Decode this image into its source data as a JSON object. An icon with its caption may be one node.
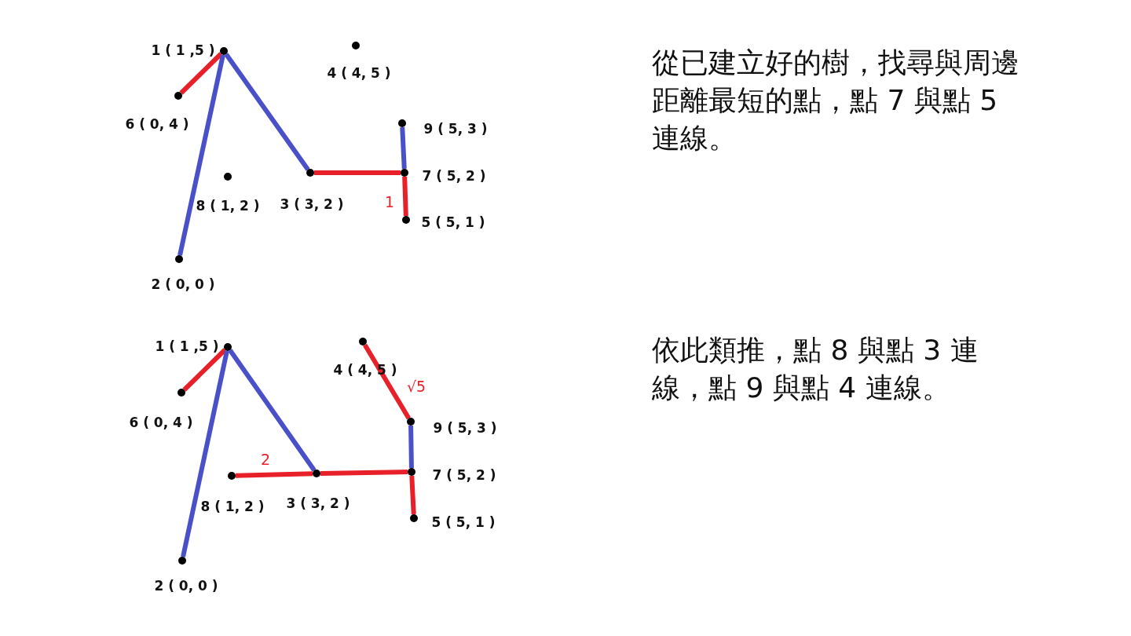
{
  "diagram": {
    "nodes": [
      {
        "text": [],
        "shape": "circle",
        "beside": [
          "1 ( 1 ,5 )"
        ]
      },
      {
        "text": [],
        "shape": "circle",
        "beside": [
          "2 ( 0, 0 )"
        ]
      },
      {
        "text": [],
        "shape": "circle",
        "beside": [
          "3 ( 3, 2 )"
        ]
      },
      {
        "text": [],
        "shape": "circle",
        "beside": [
          "4 ( 4, 5 )"
        ]
      },
      {
        "text": [],
        "shape": "circle",
        "beside": [
          "5 ( 5, 1 )"
        ]
      },
      {
        "text": [],
        "shape": "circle",
        "beside": [
          "6 ( 0, 4 )"
        ]
      },
      {
        "text": [],
        "shape": "circle",
        "beside": [
          "7 ( 5, 2 )"
        ]
      },
      {
        "text": [],
        "shape": "circle",
        "beside": [
          "8 ( 1, 2 )"
        ]
      },
      {
        "text": [],
        "shape": "circle",
        "beside": [
          "9 ( 5, 3 )"
        ]
      },
      {
        "text": [],
        "shape": "circle",
        "beside": [
          "1 ( 1 ,5 )"
        ]
      },
      {
        "text": [],
        "shape": "circle",
        "beside": [
          "2 ( 0, 0 )"
        ]
      },
      {
        "text": [],
        "shape": "circle",
        "beside": [
          "3 ( 3, 2 )"
        ]
      },
      {
        "text": [],
        "shape": "circle",
        "beside": [
          "4 ( 4, 5 )"
        ]
      },
      {
        "text": [],
        "shape": "circle",
        "beside": [
          "5 ( 5, 1 )"
        ]
      },
      {
        "text": [],
        "shape": "circle",
        "beside": [
          "6 ( 0, 4 )"
        ]
      },
      {
        "text": [],
        "shape": "circle",
        "beside": [
          "7 ( 5, 2 )"
        ]
      },
      {
        "text": [],
        "shape": "circle",
        "beside": [
          "8 ( 1, 2 )"
        ]
      },
      {
        "text": [],
        "shape": "circle",
        "beside": [
          "9 ( 5, 3 )"
        ]
      }
    ],
    "edges": [
      {
        "from": 0,
        "to": 5,
        "arrow": "none"
      },
      {
        "from": 0,
        "to": 1,
        "arrow": "none",
        "color": "#4a50c8"
      },
      {
        "from": 0,
        "to": 2,
        "arrow": "none",
        "color": "#4a50c8"
      },
      {
        "from": 2,
        "to": 6,
        "arrow": "none"
      },
      {
        "from": 6,
        "to": 8,
        "arrow": "none",
        "color": "#4a50c8"
      },
      {
        "from": 6,
        "to": 4,
        "arrow": "none",
        "label": "1"
      },
      {
        "from": 9,
        "to": 14,
        "arrow": "none"
      },
      {
        "from": 9,
        "to": 10,
        "arrow": "none",
        "color": "#4a50c8"
      },
      {
        "from": 9,
        "to": 11,
        "arrow": "none",
        "color": "#4a50c8"
      },
      {
        "from": 16,
        "to": 11,
        "arrow": "none",
        "label": "2"
      },
      {
        "from": 11,
        "to": 15,
        "arrow": "none"
      },
      {
        "from": 12,
        "to": 17,
        "arrow": "none",
        "label": "√5"
      },
      {
        "from": 17,
        "to": 15,
        "arrow": "none",
        "color": "#4a50c8"
      },
      {
        "from": 15,
        "to": 13,
        "arrow": "none"
      }
    ],
    "labels": [
      "從已建立好的樹，找尋與周邊距離最短的點，點 7 與點 5 連線。",
      "依此類推，點 8 與點 3 連線，點 9 與點 4 連線。"
    ]
  }
}
